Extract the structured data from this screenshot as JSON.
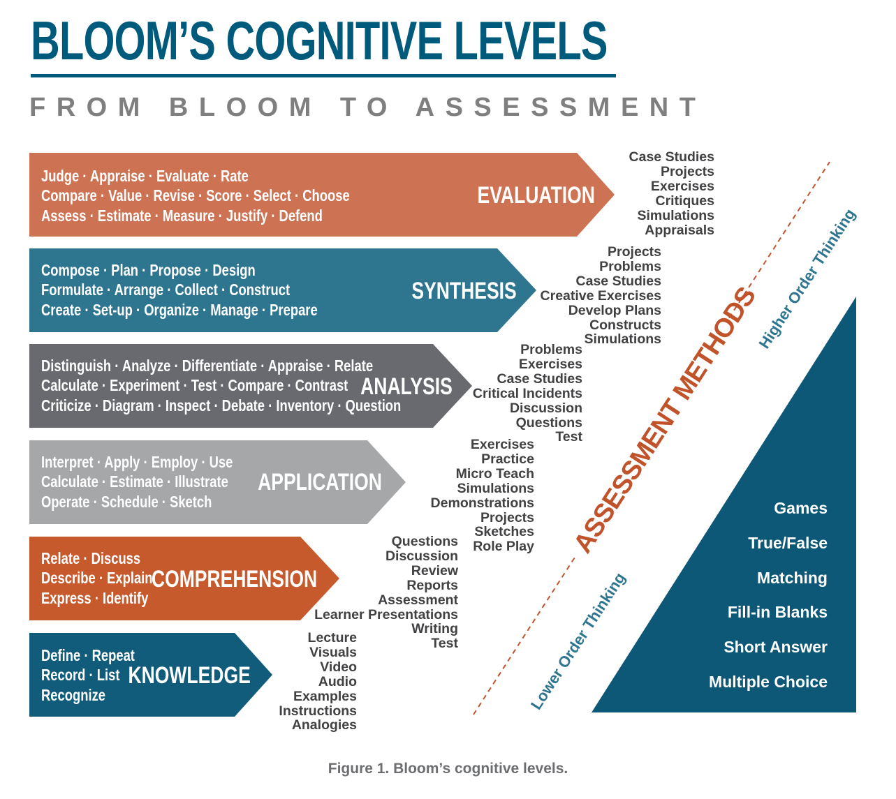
{
  "title": "BLOOM’S COGNITIVE LEVELS",
  "subtitle": "FROM BLOOM TO ASSESSMENT",
  "colors": {
    "title": "#005a7c",
    "subtitle": "#7f7f80",
    "evaluation": "#cd7353",
    "synthesis": "#2e7590",
    "analysis": "#696a6f",
    "application": "#a6a7a9",
    "comprehension": "#c65a2d",
    "knowledge": "#115c7b",
    "triangle": "#0d5876",
    "assessment_label": "#c0532a"
  },
  "levels": [
    {
      "name": "EVALUATION",
      "verbs": [
        "Judge · Appraise · Evaluate · Rate",
        "Compare · Value · Revise · Score · Select · Choose",
        "Assess · Estimate · Measure · Justify · Defend"
      ],
      "methods": [
        "Case Studies",
        "Projects",
        "Exercises",
        "Critiques",
        "Simulations",
        "Appraisals"
      ]
    },
    {
      "name": "SYNTHESIS",
      "verbs": [
        "Compose · Plan · Propose · Design",
        "Formulate · Arrange · Collect · Construct",
        "Create · Set-up · Organize · Manage · Prepare"
      ],
      "methods": [
        "Projects",
        "Problems",
        "Case Studies",
        "Creative Exercises",
        "Develop Plans",
        "Constructs",
        "Simulations"
      ]
    },
    {
      "name": "ANALYSIS",
      "verbs": [
        "Distinguish · Analyze · Differentiate · Appraise · Relate",
        "Calculate · Experiment · Test · Compare · Contrast",
        "Criticize · Diagram · Inspect · Debate · Inventory · Question"
      ],
      "methods": [
        "Problems",
        "Exercises",
        "Case Studies",
        "Critical Incidents",
        "Discussion",
        "Questions",
        "Test"
      ]
    },
    {
      "name": "APPLICATION",
      "verbs": [
        "Interpret · Apply · Employ · Use",
        "Calculate · Estimate · Illustrate",
        "Operate · Schedule · Sketch"
      ],
      "methods": [
        "Exercises",
        "Practice",
        "Micro Teach",
        "Simulations",
        "Demonstrations",
        "Projects",
        "Sketches",
        "Role Play"
      ]
    },
    {
      "name": "COMPREHENSION",
      "verbs": [
        "Relate · Discuss",
        "Describe · Explain",
        "Express · Identify"
      ],
      "methods": [
        "Questions",
        "Discussion",
        "Review",
        "Reports",
        "Assessment",
        "Learner Presentations",
        "Writing",
        "Test"
      ]
    },
    {
      "name": "KNOWLEDGE",
      "verbs": [
        "Define · Repeat",
        "Record · List",
        "Recognize"
      ],
      "methods": [
        "Lecture",
        "Visuals",
        "Video",
        "Audio",
        "Examples",
        "Instructions",
        "Analogies"
      ]
    }
  ],
  "assessment_label": "ASSESSMENT METHODS",
  "higher_label": "Higher Order Thinking",
  "lower_label": "Lower Order Thinking",
  "triangle_items": [
    "Games",
    "True/False",
    "Matching",
    "Fill-in Blanks",
    "Short Answer",
    "Multiple Choice"
  ],
  "caption": "Figure 1. Bloom’s cognitive levels."
}
